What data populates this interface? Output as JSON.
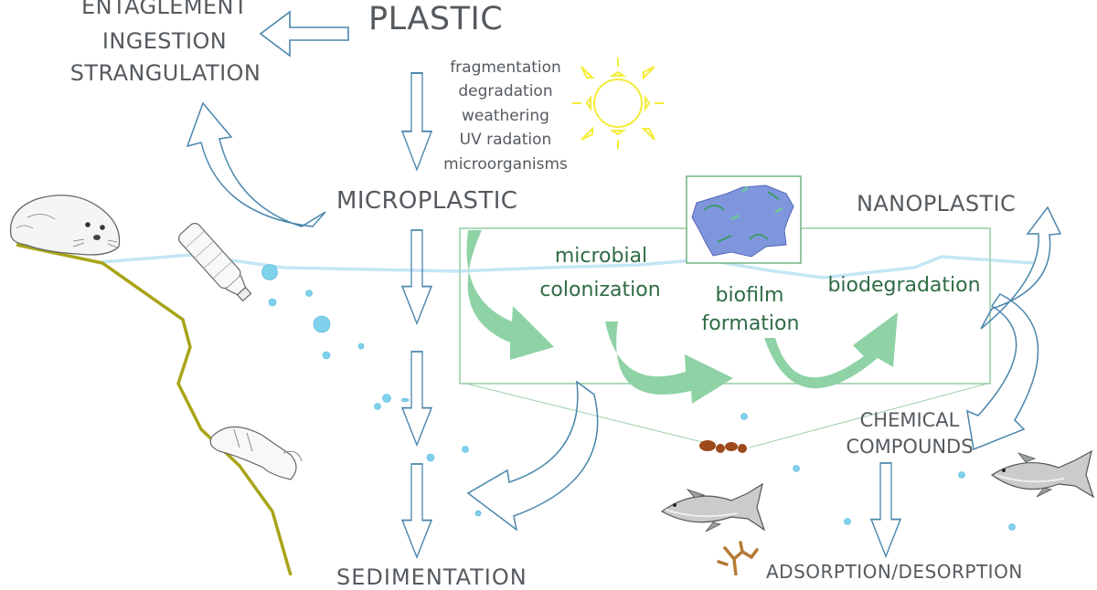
{
  "labels": {
    "plastic": "PLASTIC",
    "hazards": [
      "ENTAGLEMENT",
      "INGESTION",
      "STRANGULATION"
    ],
    "processes": [
      "fragmentation",
      "degradation",
      "weathering",
      "UV radation",
      "microorganisms"
    ],
    "microplastic": "MICROPLASTIC",
    "nanoplastic": "NANOPLASTIC",
    "microbial_colonization": [
      "microbial",
      "colonization"
    ],
    "biofilm_formation": [
      "biofilm",
      "formation"
    ],
    "biodegradation": "biodegradation",
    "chemical_compounds": [
      "CHEMICAL",
      "COMPOUNDS"
    ],
    "sedimentation": "SEDIMENTATION",
    "adsorption_desorption": "ADSORPTION/DESORPTION"
  },
  "colors": {
    "text_gray": "#555a5f",
    "arrow_blue": "#4a86ad",
    "green_arrow": "#8ed2a5",
    "green_box": "#9ccfa9",
    "green_text": "#2f6b45",
    "water_line": "#c4e6f5",
    "bubble": "#7fd1ec",
    "coastline": "#a9a417",
    "sun": "#f3ec3a",
    "particle": "#7f96dd",
    "sediment_brown": "#9c4a1c"
  },
  "icons": [
    "seal-icon",
    "bottle-icon",
    "bag-icon",
    "sun-icon",
    "fish-icon",
    "coral-icon",
    "microplastic-particle-icon"
  ]
}
